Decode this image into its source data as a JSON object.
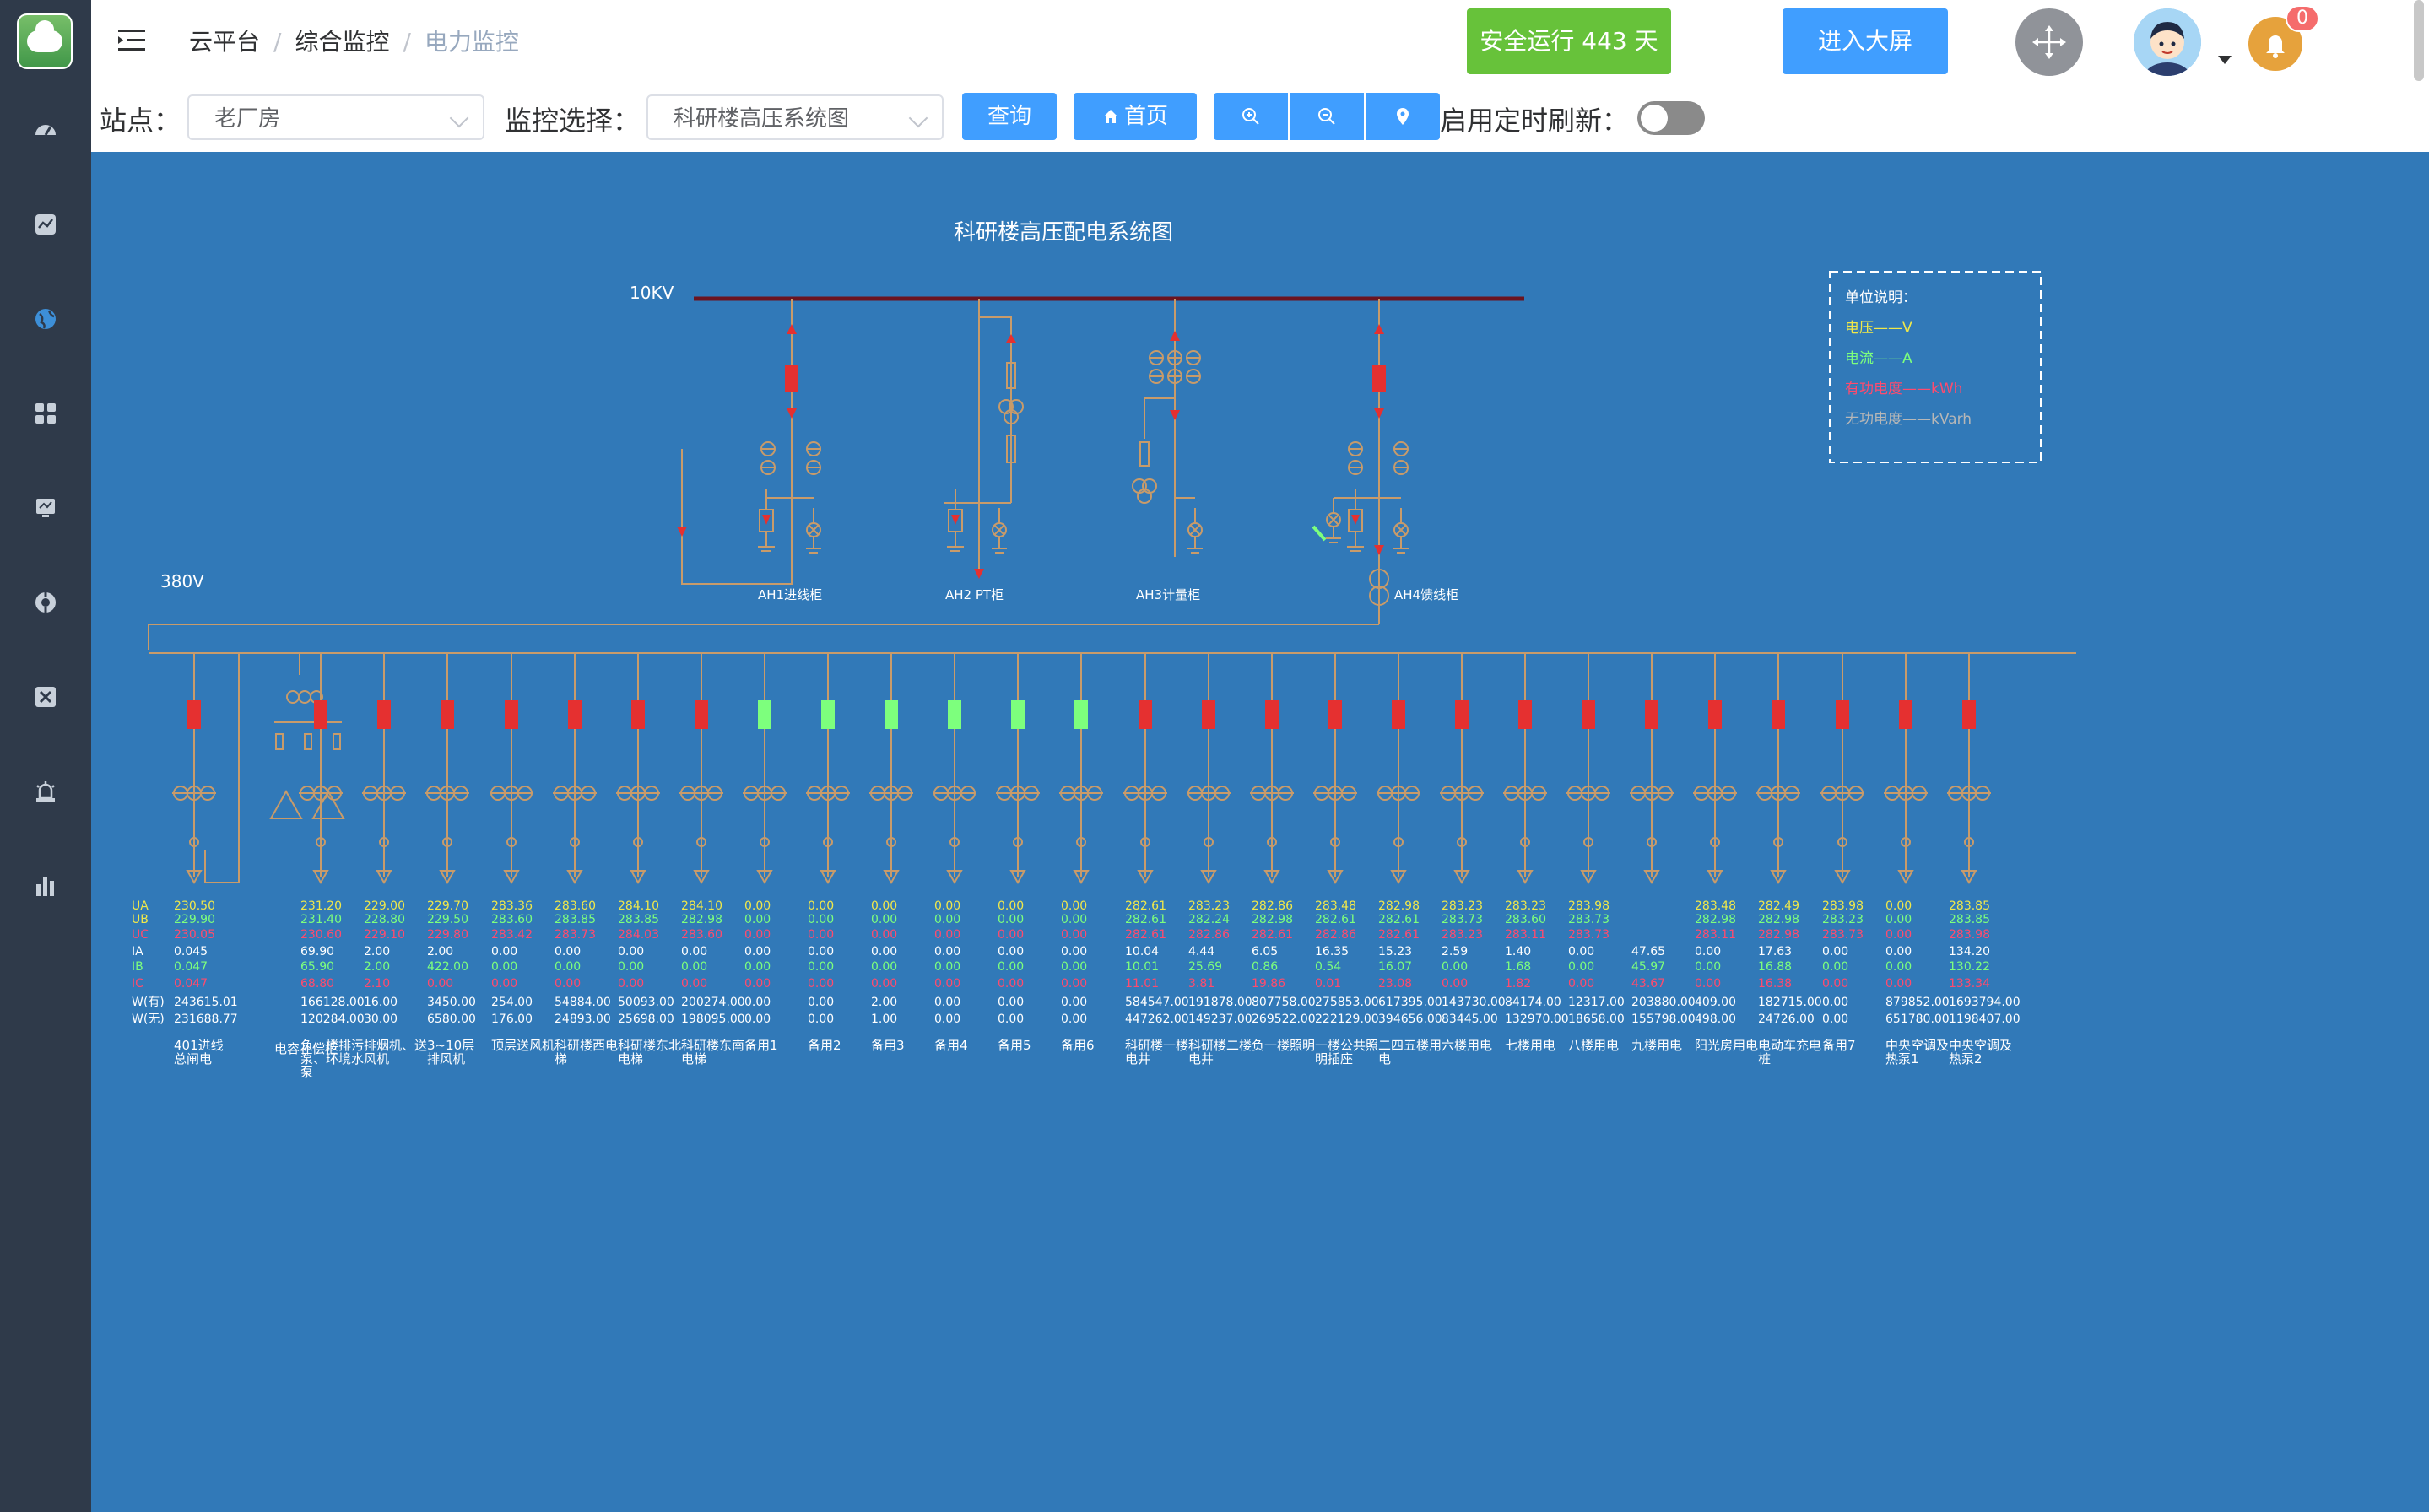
{
  "breadcrumb": [
    "云平台",
    "综合监控",
    "电力监控"
  ],
  "header": {
    "safe_run": "安全运行 443 天",
    "big_screen": "进入大屏",
    "notification_count": "0"
  },
  "toolbar": {
    "site_label": "站点：",
    "site_value": "老厂房",
    "monitor_label": "监控选择：",
    "monitor_value": "科研楼高压系统图",
    "query": "查询",
    "home": "首页",
    "auto_refresh_label": "启用定时刷新：",
    "auto_refresh_on": false
  },
  "sidebar_icons": [
    "dashboard-icon",
    "trend-icon",
    "globe-icon",
    "grid-icon",
    "monitor-icon",
    "target-icon",
    "tool-icon",
    "alarm-icon",
    "bar-chart-icon"
  ],
  "diagram": {
    "title": "科研楼高压配电系统图",
    "hv_label": "10KV",
    "lv_label": "380V",
    "hv_cabinets": [
      "AH1进线柜",
      "AH2 PT柜",
      "AH3计量柜",
      "AH4馈线柜"
    ],
    "legend": {
      "title": "单位说明：",
      "voltage": "电压——V",
      "current": "电流——A",
      "active": "有功电度——kWh",
      "reactive": "无功电度——kVarh"
    },
    "colors": {
      "voltage": "#f0e84a",
      "current": "#7dff7d",
      "active": "#ff4b6e",
      "reactive": "#b7b7b7",
      "bus": "#6b1420",
      "breaker_on": "#e53030",
      "breaker_off": "#7dff7d",
      "line": "#c89b6a"
    },
    "row_labels": [
      "UA",
      "UB",
      "UC",
      "IA",
      "IB",
      "IC",
      "W(有)",
      "W(无)"
    ],
    "feeders": [
      {
        "name": "401进线总闸电",
        "state": "on",
        "UA": "230.50",
        "UB": "229.90",
        "UC": "230.05",
        "IA": "0.045",
        "IB": "0.047",
        "IC": "0.047",
        "Wp": "243615.01",
        "Wq": "231688.77"
      },
      {
        "name": "电容补偿柜",
        "state": "cap",
        "UA": "",
        "UB": "",
        "UC": "",
        "IA": "",
        "IB": "",
        "IC": "",
        "Wp": "",
        "Wq": ""
      },
      {
        "name": "负一楼排污泵、环境水泵",
        "state": "on",
        "UA": "231.20",
        "UB": "231.40",
        "UC": "230.60",
        "IA": "69.90",
        "IB": "65.90",
        "IC": "68.80",
        "Wp": "166128.00",
        "Wq": "120284.00"
      },
      {
        "name": "排烟机、送风机",
        "state": "on",
        "UA": "229.00",
        "UB": "228.80",
        "UC": "229.10",
        "IA": "2.00",
        "IB": "2.00",
        "IC": "2.10",
        "Wp": "16.00",
        "Wq": "30.00"
      },
      {
        "name": "3~10层排风机",
        "state": "on",
        "UA": "229.70",
        "UB": "229.50",
        "UC": "229.80",
        "IA": "2.00",
        "IB": "422.00",
        "IC": "0.00",
        "Wp": "3450.00",
        "Wq": "6580.00"
      },
      {
        "name": "顶层送风机",
        "state": "on",
        "UA": "283.36",
        "UB": "283.60",
        "UC": "283.42",
        "IA": "0.00",
        "IB": "0.00",
        "IC": "0.00",
        "Wp": "254.00",
        "Wq": "176.00"
      },
      {
        "name": "科研楼西电梯",
        "state": "on",
        "UA": "283.60",
        "UB": "283.85",
        "UC": "283.73",
        "IA": "0.00",
        "IB": "0.00",
        "IC": "0.00",
        "Wp": "54884.00",
        "Wq": "24893.00"
      },
      {
        "name": "科研楼东北电梯",
        "state": "on",
        "UA": "284.10",
        "UB": "283.85",
        "UC": "284.03",
        "IA": "0.00",
        "IB": "0.00",
        "IC": "0.00",
        "Wp": "50093.00",
        "Wq": "25698.00"
      },
      {
        "name": "科研楼东南电梯",
        "state": "on",
        "UA": "284.10",
        "UB": "282.98",
        "UC": "283.60",
        "IA": "0.00",
        "IB": "0.00",
        "IC": "0.00",
        "Wp": "200274.00",
        "Wq": "198095.00"
      },
      {
        "name": "备用1",
        "state": "off",
        "UA": "0.00",
        "UB": "0.00",
        "UC": "0.00",
        "IA": "0.00",
        "IB": "0.00",
        "IC": "0.00",
        "Wp": "0.00",
        "Wq": "0.00"
      },
      {
        "name": "备用2",
        "state": "off",
        "UA": "0.00",
        "UB": "0.00",
        "UC": "0.00",
        "IA": "0.00",
        "IB": "0.00",
        "IC": "0.00",
        "Wp": "0.00",
        "Wq": "0.00"
      },
      {
        "name": "备用3",
        "state": "off",
        "UA": "0.00",
        "UB": "0.00",
        "UC": "0.00",
        "IA": "0.00",
        "IB": "0.00",
        "IC": "0.00",
        "Wp": "2.00",
        "Wq": "1.00"
      },
      {
        "name": "备用4",
        "state": "off",
        "UA": "0.00",
        "UB": "0.00",
        "UC": "0.00",
        "IA": "0.00",
        "IB": "0.00",
        "IC": "0.00",
        "Wp": "0.00",
        "Wq": "0.00"
      },
      {
        "name": "备用5",
        "state": "off",
        "UA": "0.00",
        "UB": "0.00",
        "UC": "0.00",
        "IA": "0.00",
        "IB": "0.00",
        "IC": "0.00",
        "Wp": "0.00",
        "Wq": "0.00"
      },
      {
        "name": "备用6",
        "state": "off",
        "UA": "0.00",
        "UB": "0.00",
        "UC": "0.00",
        "IA": "0.00",
        "IB": "0.00",
        "IC": "0.00",
        "Wp": "0.00",
        "Wq": "0.00"
      },
      {
        "name": "科研楼一楼电井",
        "state": "on",
        "UA": "282.61",
        "UB": "282.61",
        "UC": "282.61",
        "IA": "10.04",
        "IB": "10.01",
        "IC": "11.01",
        "Wp": "584547.00",
        "Wq": "447262.00"
      },
      {
        "name": "科研楼二楼电井",
        "state": "on",
        "UA": "283.23",
        "UB": "282.24",
        "UC": "282.86",
        "IA": "4.44",
        "IB": "25.69",
        "IC": "3.81",
        "Wp": "191878.00",
        "Wq": "149237.00"
      },
      {
        "name": "负一楼照明",
        "state": "on",
        "UA": "282.86",
        "UB": "282.98",
        "UC": "282.61",
        "IA": "6.05",
        "IB": "0.86",
        "IC": "19.86",
        "Wp": "807758.00",
        "Wq": "269522.00"
      },
      {
        "name": "一楼公共照明插座",
        "state": "on",
        "UA": "283.48",
        "UB": "282.61",
        "UC": "282.86",
        "IA": "16.35",
        "IB": "0.54",
        "IC": "0.01",
        "Wp": "275853.00",
        "Wq": "222129.00"
      },
      {
        "name": "二四五楼用电",
        "state": "on",
        "UA": "282.98",
        "UB": "282.61",
        "UC": "282.61",
        "IA": "15.23",
        "IB": "16.07",
        "IC": "23.08",
        "Wp": "617395.00",
        "Wq": "394656.00"
      },
      {
        "name": "六楼用电",
        "state": "on",
        "UA": "283.23",
        "UB": "283.73",
        "UC": "283.23",
        "IA": "2.59",
        "IB": "0.00",
        "IC": "0.00",
        "Wp": "143730.00",
        "Wq": "83445.00"
      },
      {
        "name": "七楼用电",
        "state": "on",
        "UA": "283.23",
        "UB": "283.60",
        "UC": "283.11",
        "IA": "1.40",
        "IB": "1.68",
        "IC": "1.82",
        "Wp": "84174.00",
        "Wq": "132970.00"
      },
      {
        "name": "八楼用电",
        "state": "on",
        "UA": "283.98",
        "UB": "283.73",
        "UC": "283.73",
        "IA": "0.00",
        "IB": "0.00",
        "IC": "0.00",
        "Wp": "12317.00",
        "Wq": "18658.00"
      },
      {
        "name": "九楼用电",
        "state": "on",
        "UA": "",
        "UB": "",
        "UC": "",
        "IA": "47.65",
        "IB": "45.97",
        "IC": "43.67",
        "Wp": "203880.00",
        "Wq": "155798.00"
      },
      {
        "name": "阳光房用电",
        "state": "on",
        "UA": "283.48",
        "UB": "282.98",
        "UC": "283.11",
        "IA": "0.00",
        "IB": "0.00",
        "IC": "0.00",
        "Wp": "409.00",
        "Wq": "498.00"
      },
      {
        "name": "电动车充电桩",
        "state": "on",
        "UA": "282.49",
        "UB": "282.98",
        "UC": "282.98",
        "IA": "17.63",
        "IB": "16.88",
        "IC": "16.38",
        "Wp": "182715.00",
        "Wq": "24726.00"
      },
      {
        "name": "备用7",
        "state": "on",
        "UA": "283.98",
        "UB": "283.23",
        "UC": "283.73",
        "IA": "0.00",
        "IB": "0.00",
        "IC": "0.00",
        "Wp": "0.00",
        "Wq": "0.00"
      },
      {
        "name": "中央空调及热泵1",
        "state": "on",
        "UA": "0.00",
        "UB": "0.00",
        "UC": "0.00",
        "IA": "0.00",
        "IB": "0.00",
        "IC": "0.00",
        "Wp": "879852.00",
        "Wq": "651780.00"
      },
      {
        "name": "中央空调及热泵2",
        "state": "on",
        "UA": "283.85",
        "UB": "283.85",
        "UC": "283.98",
        "IA": "134.20",
        "IB": "130.22",
        "IC": "133.34",
        "Wp": "1693794.00",
        "Wq": "1198407.00"
      }
    ]
  }
}
